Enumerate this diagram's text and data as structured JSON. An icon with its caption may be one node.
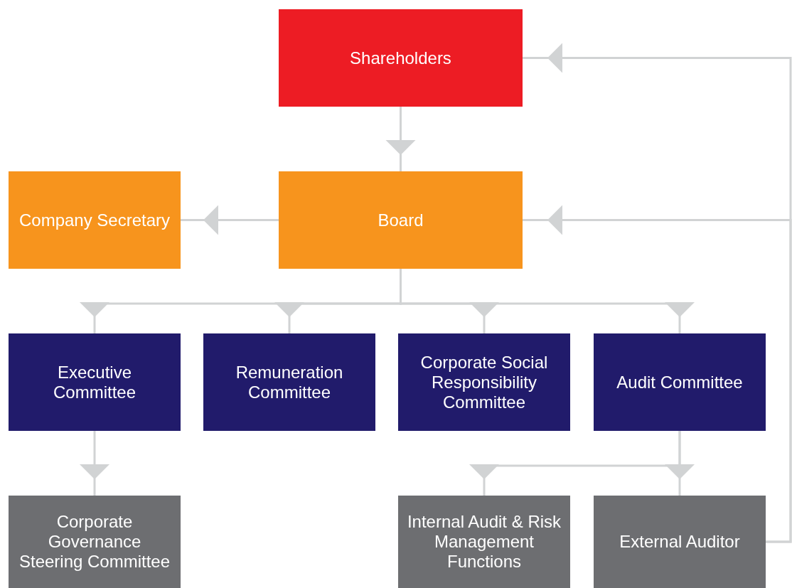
{
  "diagram": {
    "nodes": [
      {
        "text": [
          "Shareholders"
        ]
      },
      {
        "text": [
          "Company Secretary"
        ]
      },
      {
        "text": [
          "Board"
        ]
      },
      {
        "text": [
          "Executive Committee"
        ]
      },
      {
        "text": [
          "Remuneration Committee"
        ]
      },
      {
        "text": [
          "Corporate Social Responsibility Committee"
        ]
      },
      {
        "text": [
          "Audit Committee"
        ]
      },
      {
        "text": [
          "Corporate Governance Steering Committee"
        ]
      },
      {
        "text": [
          "Internal Audit & Risk Management Functions"
        ]
      },
      {
        "text": [
          "External Auditor"
        ]
      }
    ],
    "edges": [
      {
        "from": 0,
        "to": 2,
        "arrow": "to"
      },
      {
        "from": 2,
        "to": 1,
        "arrow": "to"
      },
      {
        "from": 2,
        "to": 3,
        "arrow": "to"
      },
      {
        "from": 2,
        "to": 4,
        "arrow": "to"
      },
      {
        "from": 2,
        "to": 5,
        "arrow": "to"
      },
      {
        "from": 2,
        "to": 6,
        "arrow": "to"
      },
      {
        "from": 3,
        "to": 7,
        "arrow": "to"
      },
      {
        "from": 6,
        "to": 8,
        "arrow": "to"
      },
      {
        "from": 6,
        "to": 9,
        "arrow": "to"
      },
      {
        "from": 9,
        "to": 0,
        "arrow": "to"
      },
      {
        "from": 9,
        "to": 2,
        "arrow": "to"
      }
    ]
  }
}
